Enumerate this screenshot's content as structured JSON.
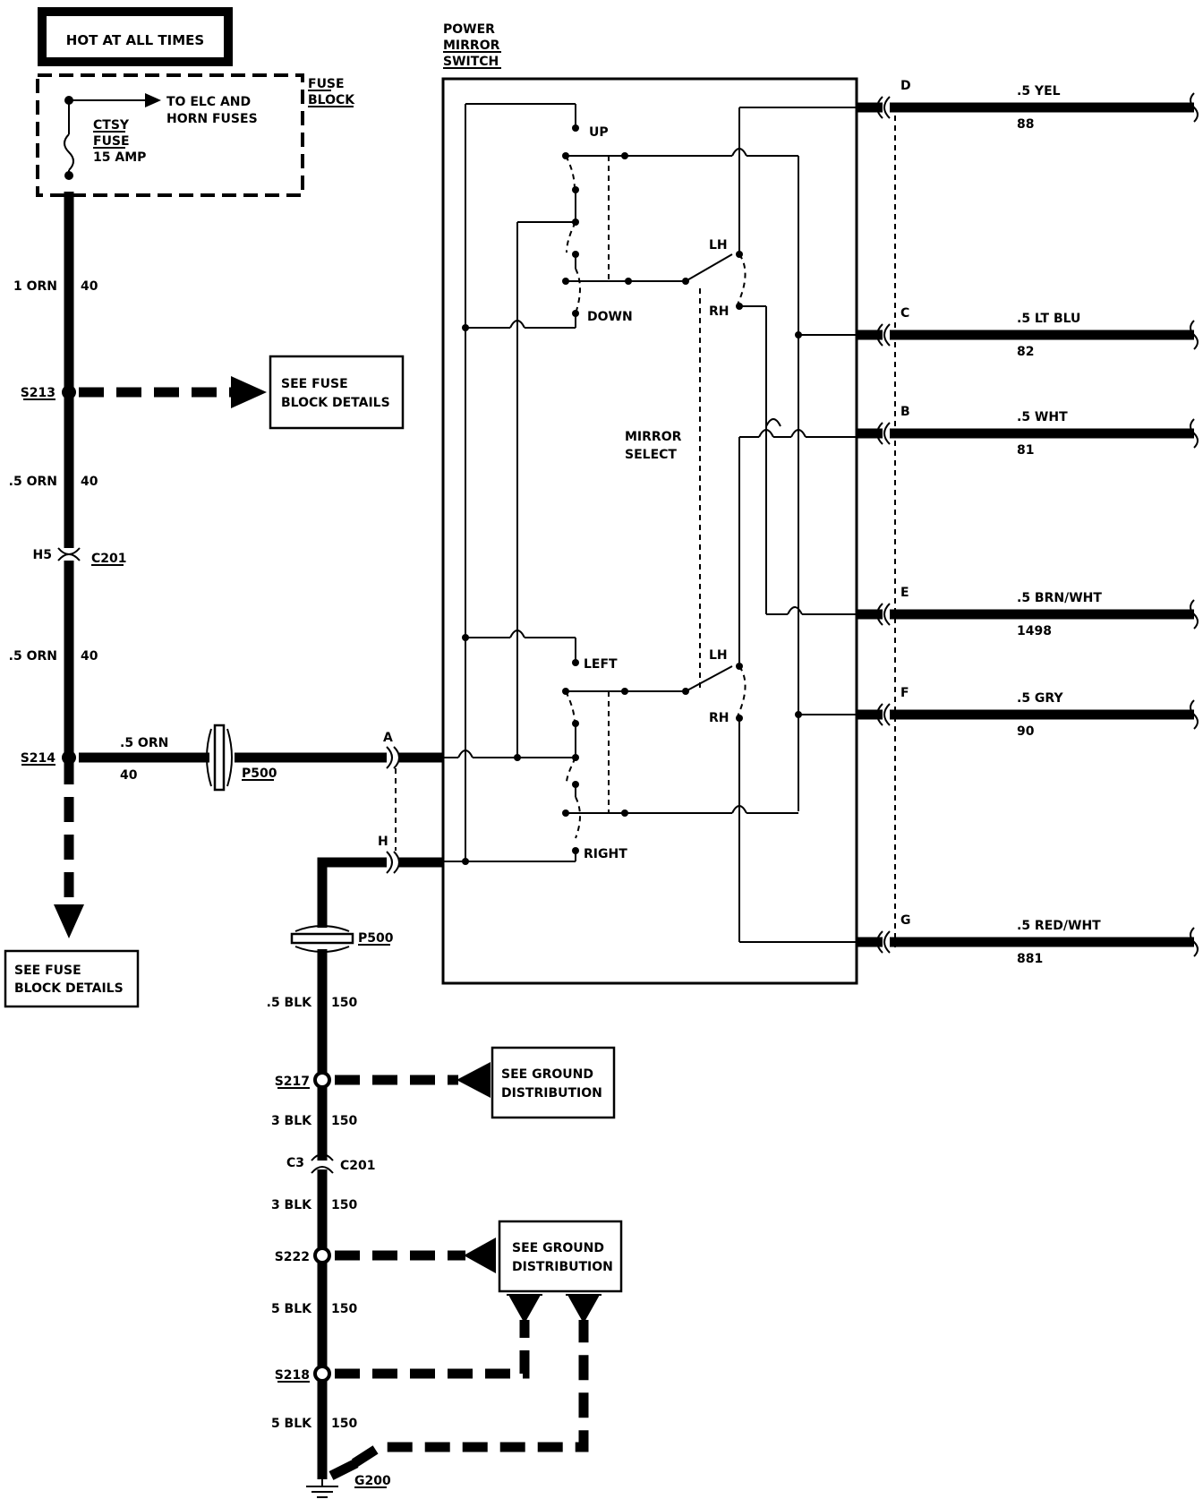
{
  "header": {
    "hot_label": "HOT AT ALL TIMES"
  },
  "fuse_block": {
    "label_line1": "FUSE",
    "label_line2": "BLOCK",
    "fuse_line1": "CTSY",
    "fuse_line2": "FUSE",
    "fuse_line3": "15 AMP",
    "feed_line1": "TO ELC AND",
    "feed_line2": "HORN FUSES"
  },
  "switch": {
    "title_line1": "POWER",
    "title_line2": "MIRROR",
    "title_line3": "SWITCH",
    "up": "UP",
    "down": "DOWN",
    "left": "LEFT",
    "right": "RIGHT",
    "lh": "LH",
    "rh": "RH",
    "select_line1": "MIRROR",
    "select_line2": "SELECT"
  },
  "left_wires": [
    {
      "gauge": "1 ORN",
      "circuit": "40"
    },
    {
      "gauge": ".5 ORN",
      "circuit": "40"
    },
    {
      "gauge": ".5 ORN",
      "circuit": "40"
    }
  ],
  "splices": {
    "s213": "S213",
    "s214": "S214",
    "s217": "S217",
    "s222": "S222",
    "s218": "S218"
  },
  "connectors": {
    "c201_upper_pin": "H5",
    "c201_upper": "C201",
    "c201_lower_pin": "C3",
    "c201_lower": "C201",
    "p500_a": "P500",
    "p500_b": "P500",
    "pin_a": "A",
    "pin_h": "H"
  },
  "feed_wire": {
    "gauge": ".5 ORN",
    "circuit": "40"
  },
  "ref_boxes": {
    "fuse_details_1_line1": "SEE FUSE",
    "fuse_details_1_line2": "BLOCK DETAILS",
    "fuse_details_2_line1": "SEE FUSE",
    "fuse_details_2_line2": "BLOCK DETAILS",
    "ground_1_line1": "SEE GROUND",
    "ground_1_line2": "DISTRIBUTION",
    "ground_2_line1": "SEE GROUND",
    "ground_2_line2": "DISTRIBUTION"
  },
  "ground_wires": [
    {
      "gauge": ".5 BLK",
      "circuit": "150"
    },
    {
      "gauge": "3 BLK",
      "circuit": "150"
    },
    {
      "gauge": "3 BLK",
      "circuit": "150"
    },
    {
      "gauge": "5 BLK",
      "circuit": "150"
    },
    {
      "gauge": "5 BLK",
      "circuit": "150"
    }
  ],
  "ground": {
    "label": "G200"
  },
  "right_wires": [
    {
      "pin": "D",
      "gauge": ".5 YEL",
      "circuit": "88"
    },
    {
      "pin": "C",
      "gauge": ".5 LT BLU",
      "circuit": "82"
    },
    {
      "pin": "B",
      "gauge": ".5 WHT",
      "circuit": "81"
    },
    {
      "pin": "E",
      "gauge": ".5 BRN/WHT",
      "circuit": "1498"
    },
    {
      "pin": "F",
      "gauge": ".5 GRY",
      "circuit": "90"
    },
    {
      "pin": "G",
      "gauge": ".5 RED/WHT",
      "circuit": "881"
    }
  ]
}
